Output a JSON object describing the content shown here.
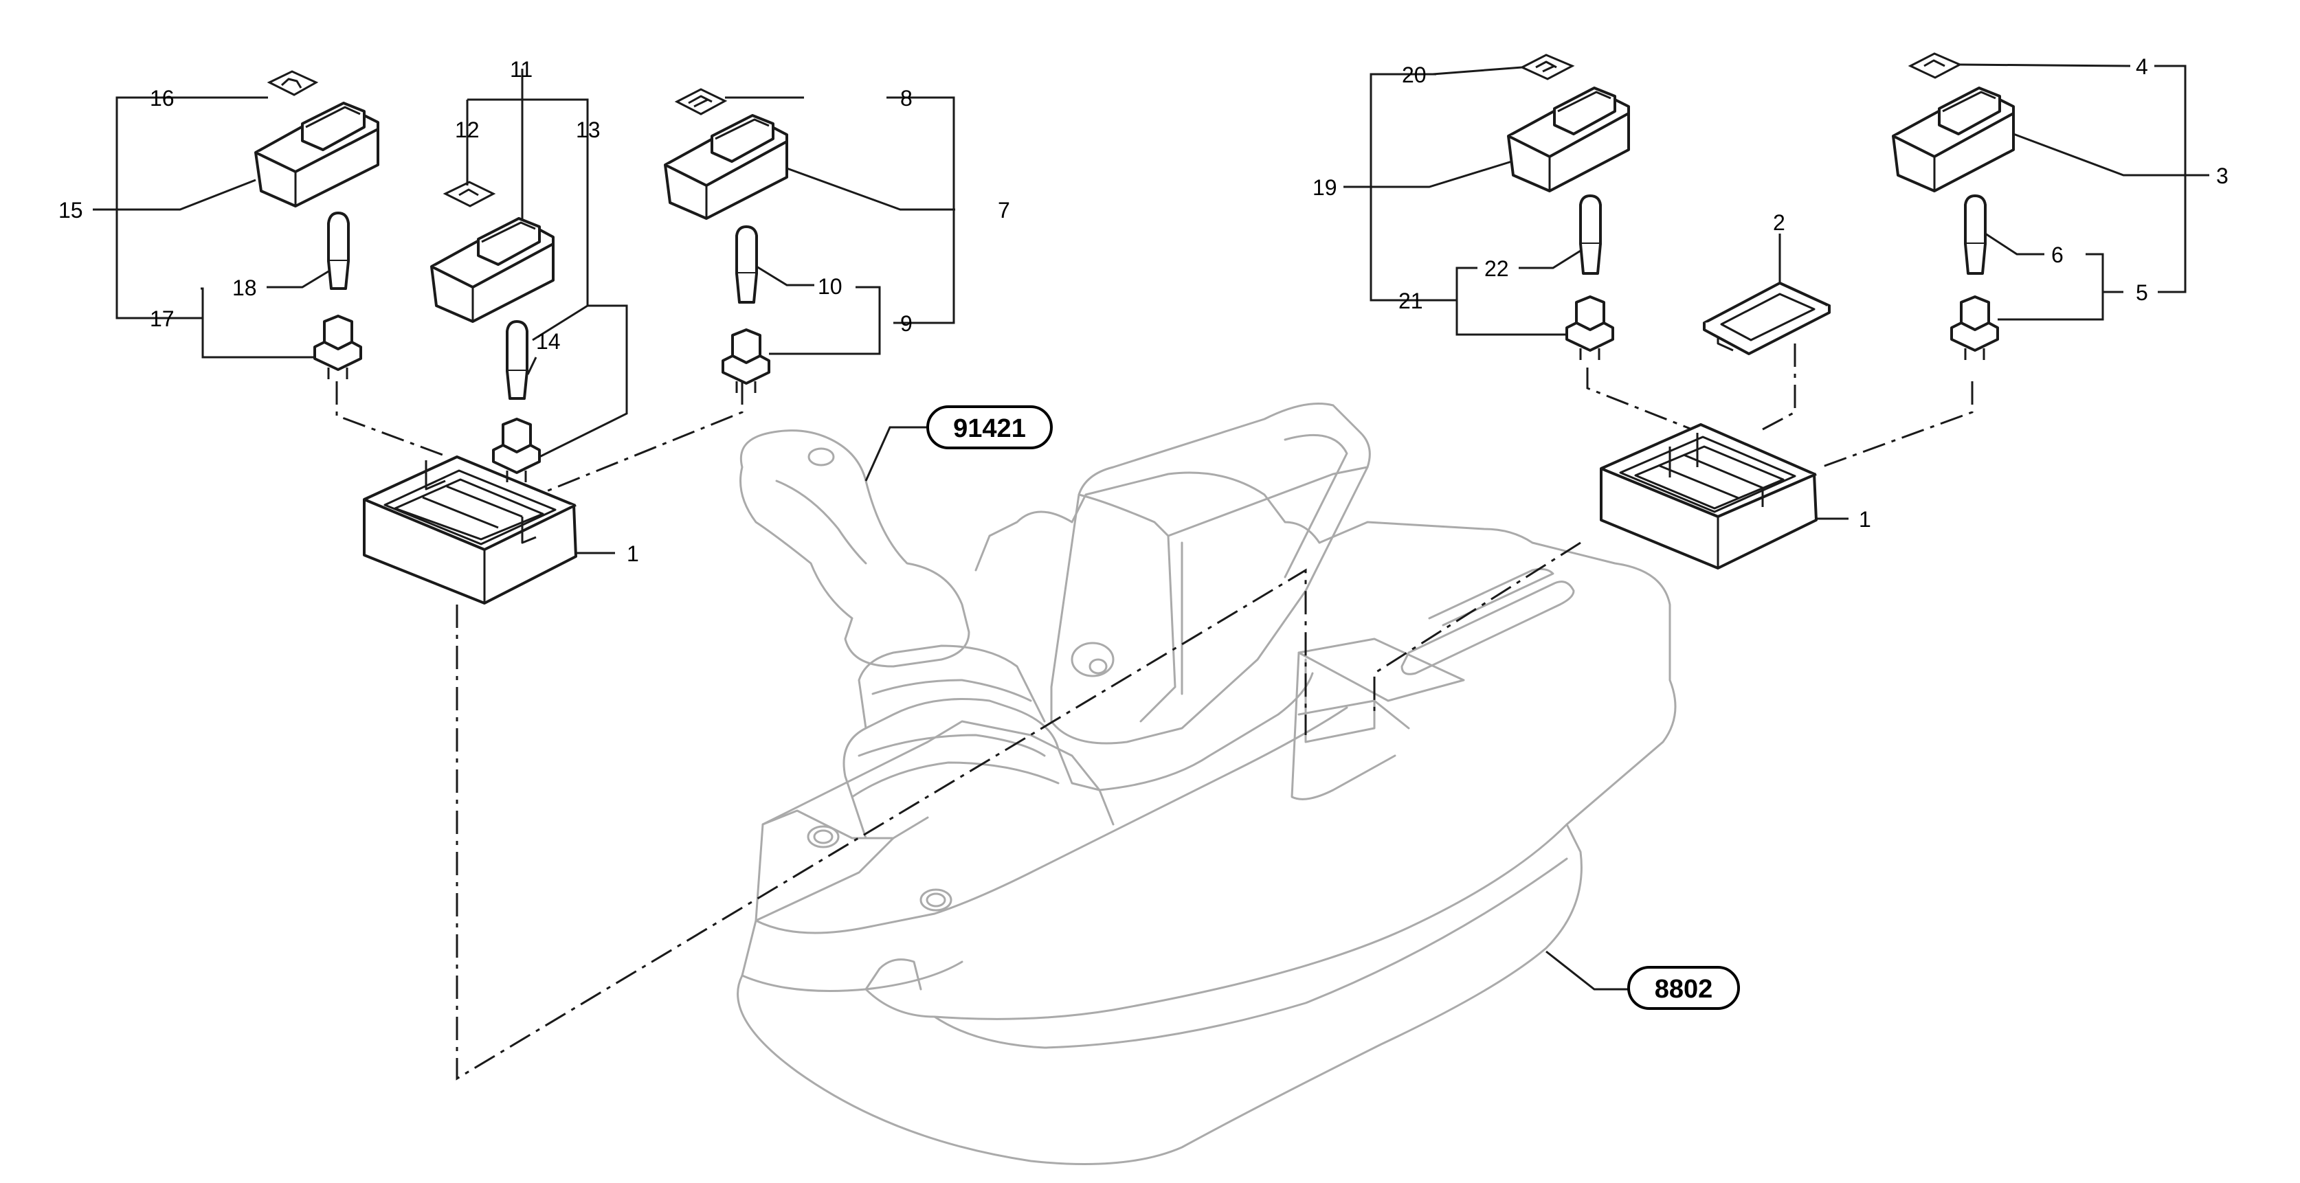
{
  "diagram": {
    "assembly_refs": [
      {
        "id": "ref-91421",
        "label": "91421"
      },
      {
        "id": "ref-8802",
        "label": "8802"
      }
    ],
    "callouts": {
      "c1a": "1",
      "c1b": "1",
      "c2": "2",
      "c3": "3",
      "c4": "4",
      "c5": "5",
      "c6": "6",
      "c7": "7",
      "c8": "8",
      "c9": "9",
      "c10": "10",
      "c11": "11",
      "c12": "12",
      "c13": "13",
      "c14": "14",
      "c15": "15",
      "c16": "16",
      "c17": "17",
      "c18": "18",
      "c19": "19",
      "c20": "20",
      "c21": "21",
      "c22": "22"
    },
    "icons": [
      "work-light-symbol-icon",
      "hazard-symbol-icon",
      "beacon-symbol-icon",
      "tool-symbol-icon",
      "lamp-symbol-icon"
    ]
  }
}
